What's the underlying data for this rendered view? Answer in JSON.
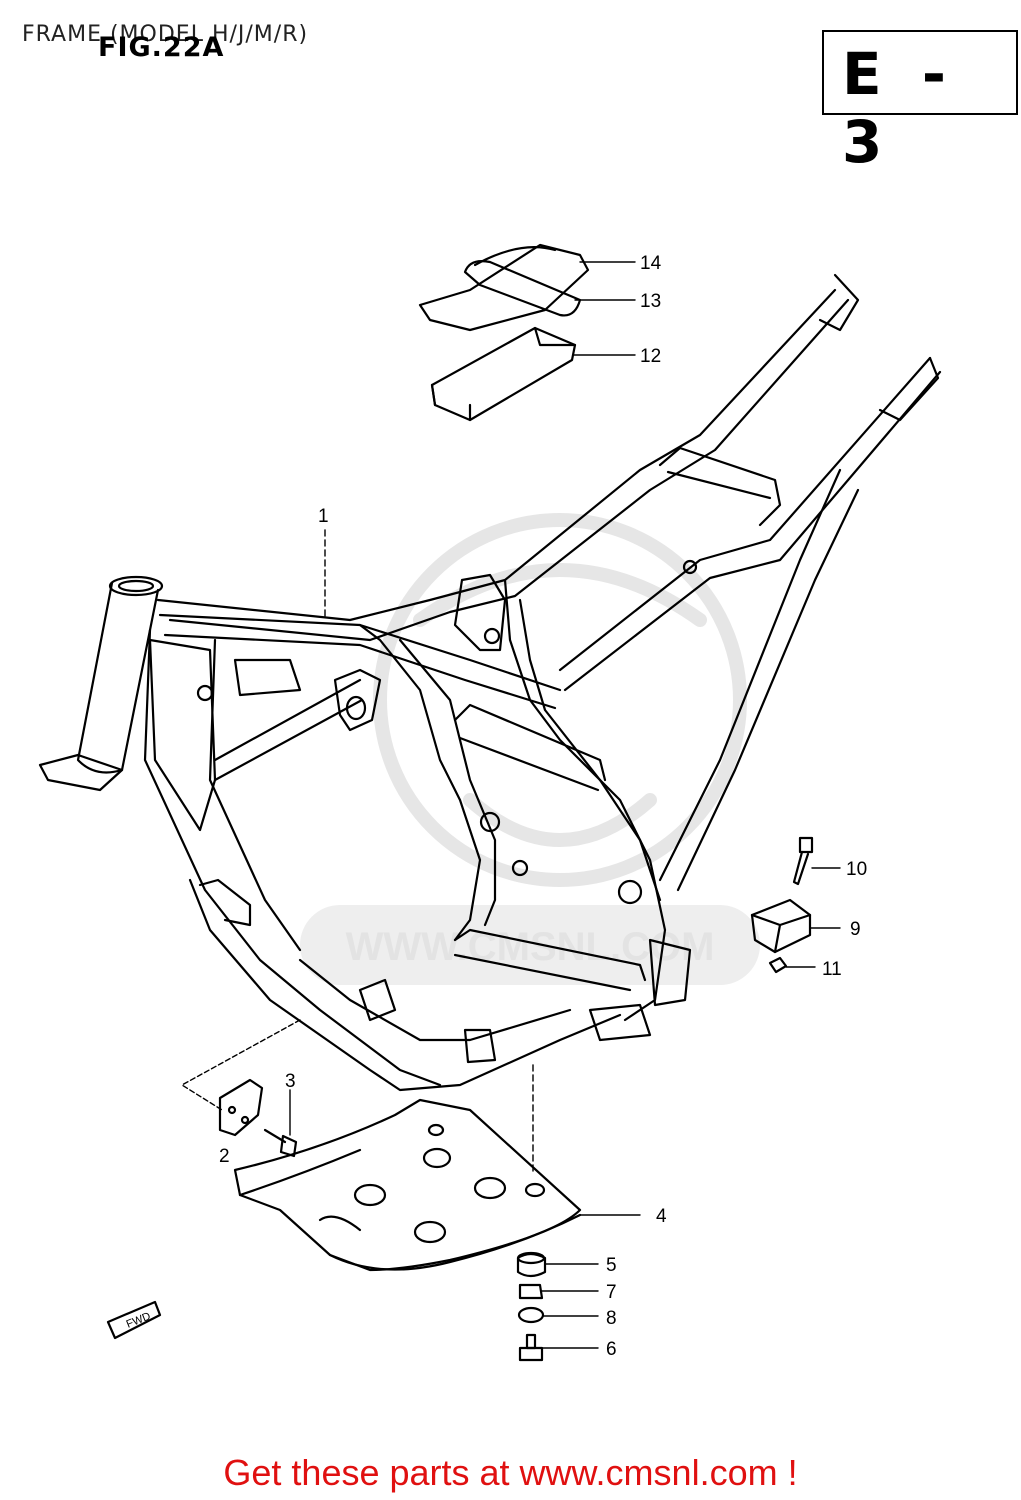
{
  "header": {
    "title": "FRAME (MODEL H/J/M/R)",
    "figure": "FIG.22A",
    "section_code": "E - 3"
  },
  "watermark": {
    "text": "WWW.CMSNL.COM"
  },
  "callouts": [
    {
      "id": "callout-1",
      "number": "1"
    },
    {
      "id": "callout-2",
      "number": "2"
    },
    {
      "id": "callout-3",
      "number": "3"
    },
    {
      "id": "callout-4",
      "number": "4"
    },
    {
      "id": "callout-5",
      "number": "5"
    },
    {
      "id": "callout-6",
      "number": "6"
    },
    {
      "id": "callout-7",
      "number": "7"
    },
    {
      "id": "callout-8",
      "number": "8"
    },
    {
      "id": "callout-9",
      "number": "9"
    },
    {
      "id": "callout-10",
      "number": "10"
    },
    {
      "id": "callout-11",
      "number": "11"
    },
    {
      "id": "callout-12",
      "number": "12"
    },
    {
      "id": "callout-13",
      "number": "13"
    },
    {
      "id": "callout-14",
      "number": "14"
    }
  ],
  "fwd_arrow": {
    "label": "FWD"
  },
  "footer": {
    "link_text": "Get these parts at www.cmsnl.com !",
    "link_color": "#e01010"
  }
}
